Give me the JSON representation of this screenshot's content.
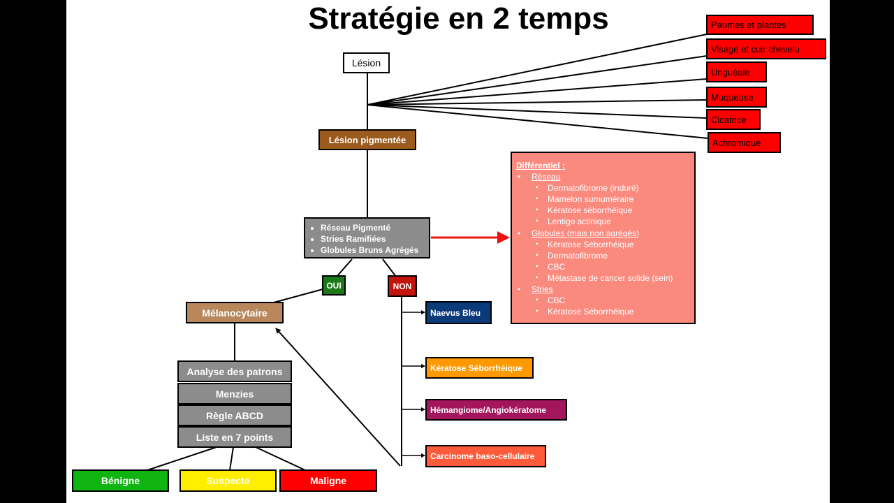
{
  "title": "Stratégie en 2 temps",
  "nodes": {
    "lesion": "Lésion",
    "lesion_pigmentee": "Lésion pigmentée",
    "criteria": [
      "Réseau Pigmenté",
      "Stries Ramifiées",
      "Globules Bruns Agrégés"
    ],
    "oui": "OUI",
    "non": "NON",
    "melanocytaire": "Mélanocytaire",
    "methods": [
      "Analyse des patrons",
      "Menzies",
      "Règle ABCD",
      "Liste en 7 points"
    ],
    "outcomes": [
      "Bénigne",
      "Suspecte",
      "Maligne"
    ],
    "non_melanocytic": [
      "Naevus Bleu",
      "Kératose Séborrhéique",
      "Hémangiome/Angiokératome",
      "Carcinome baso-cellulaire"
    ],
    "special_sites": [
      "Paumes et plantes",
      "Visage et cuir chevelu",
      "Unguéale",
      "Muqueuse",
      "Cicatrice",
      "Achromique"
    ]
  },
  "differential": {
    "heading": "Différentiel :",
    "groups": [
      {
        "label": "Réseau",
        "items": [
          "Dermatofibrome (induré)",
          "Mamelon surnuméraire",
          "Kératose séborrhéique",
          "Lentigo actinique"
        ]
      },
      {
        "label": "Globules (mais non agrégés)",
        "items": [
          "Kératose Séborrhéique",
          "Dermatofibrome",
          "CBC",
          "Métastase de cancer solide (sein)"
        ]
      },
      {
        "label": "Stries",
        "items": [
          "CBC",
          "Kératose Séborrhéique"
        ]
      }
    ]
  },
  "colors": {
    "special_sites": "#ff0000",
    "lesion_pigmentee": "#9c5b1e",
    "melanocytaire": "#b8875c",
    "criteria": "#8c8c8c",
    "differential": "#fb8a7e",
    "oui": "#1a7a1a",
    "non": "#c0140c",
    "naevus_bleu": "#0a3a78",
    "keratose": "#ff9900",
    "hemangiome": "#a3155c",
    "carcinome": "#ff5a3a",
    "benigne": "#11b511",
    "suspecte": "#ffee00",
    "maligne": "#ff0000",
    "arrow": "#ee1111"
  }
}
